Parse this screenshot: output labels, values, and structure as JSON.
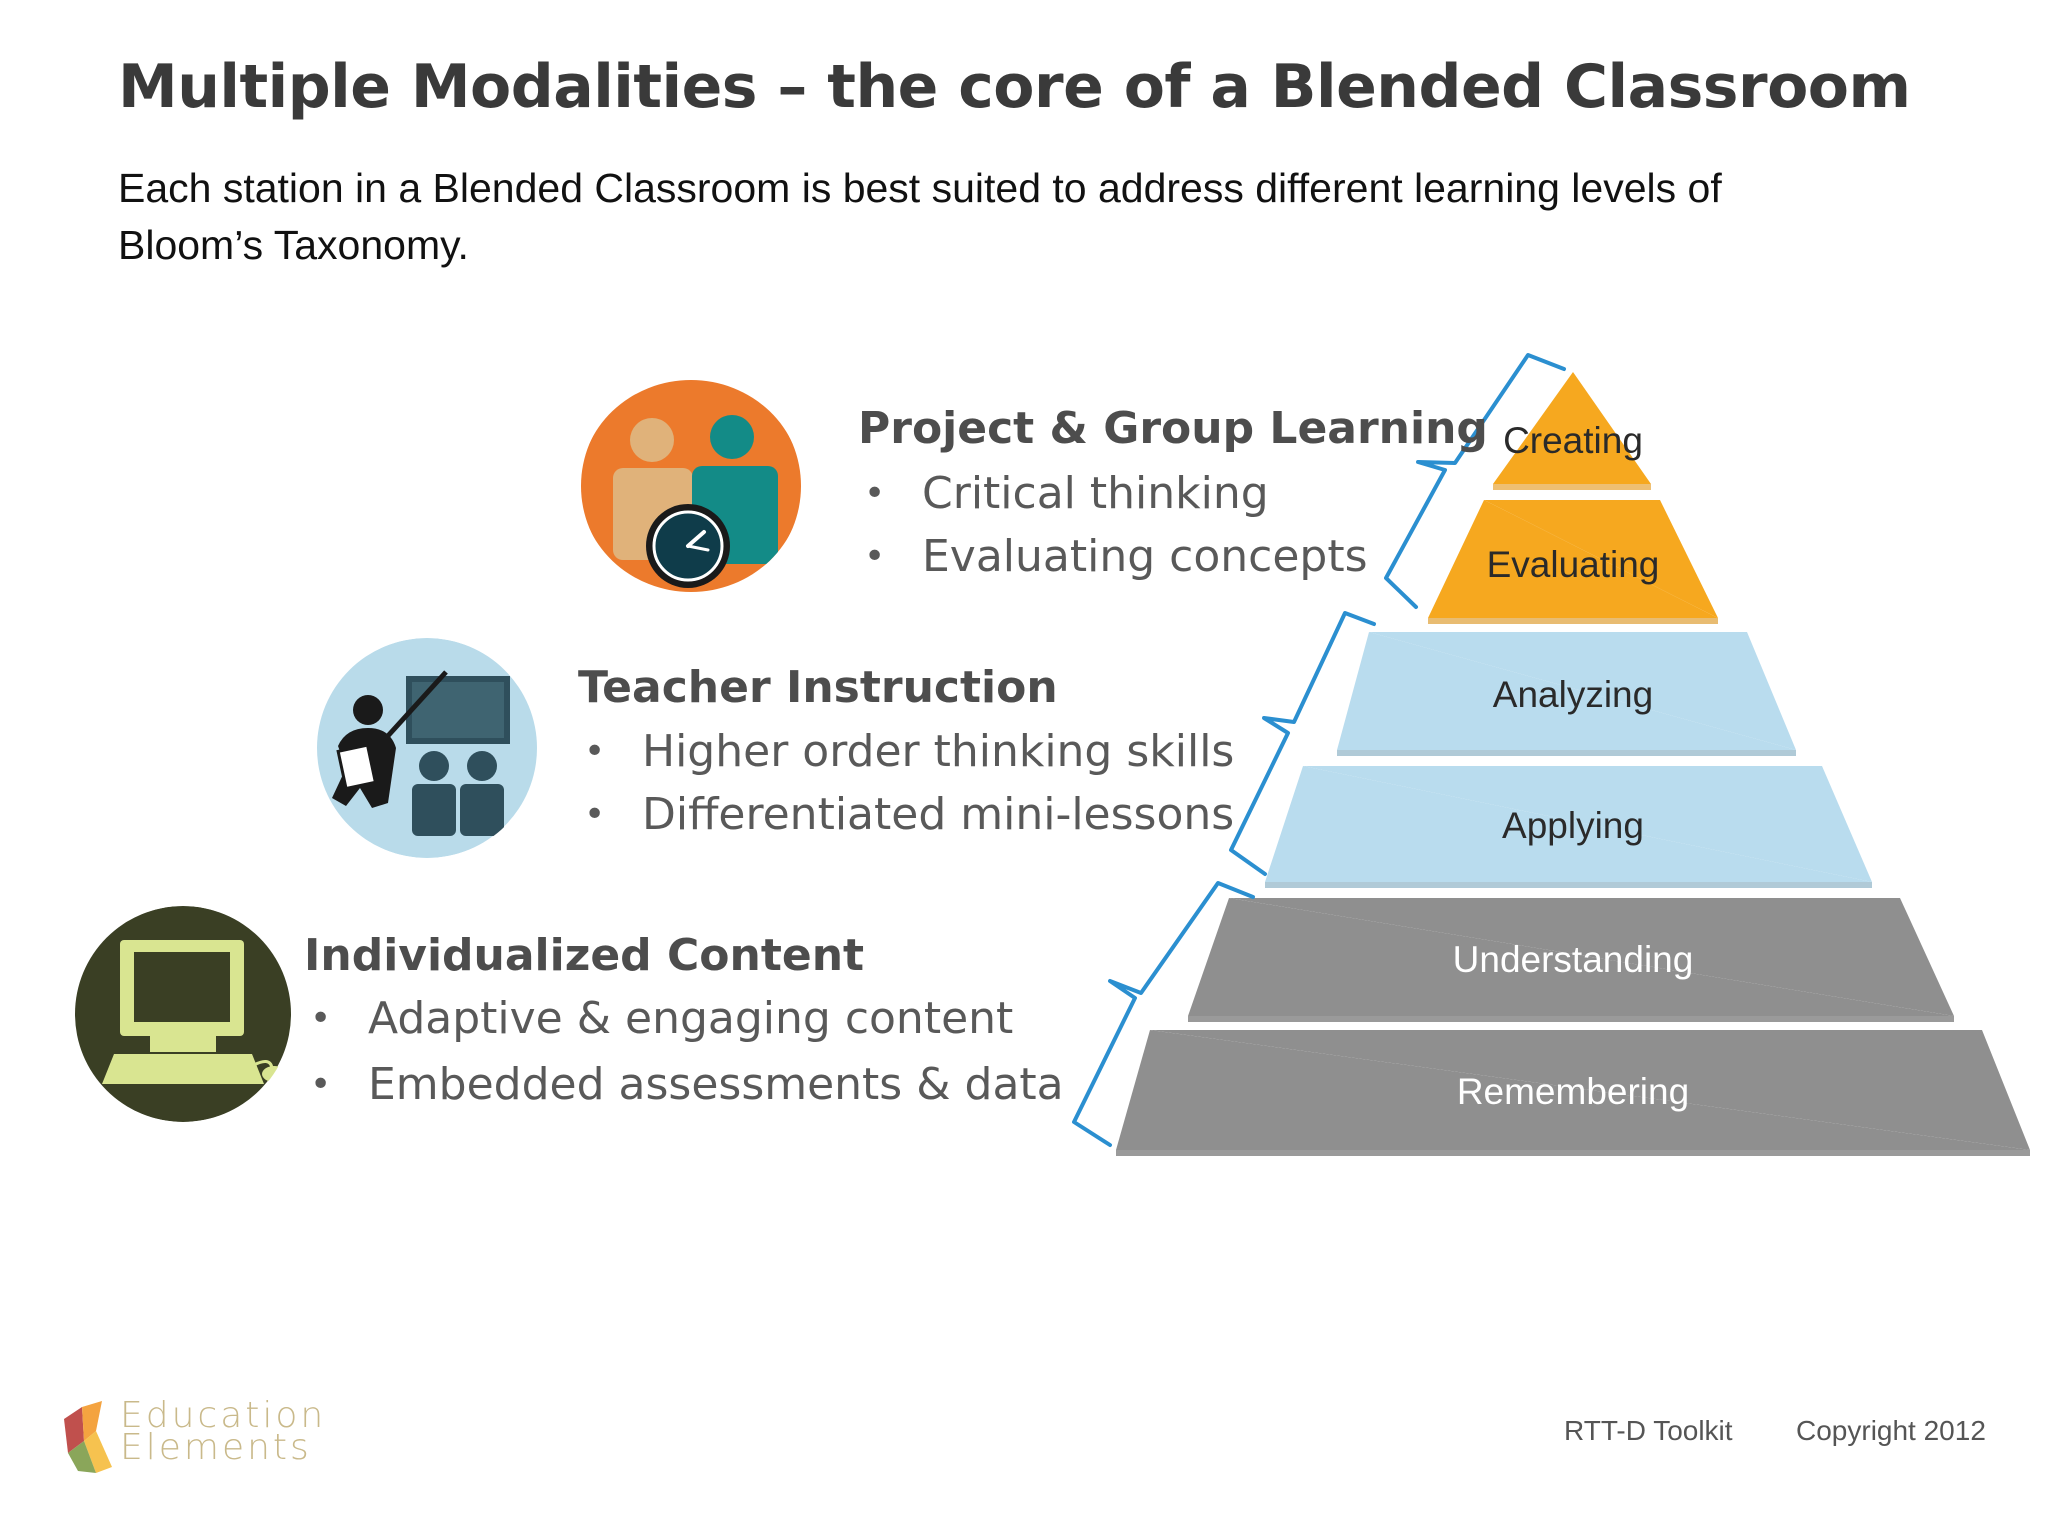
{
  "slide": {
    "title": "Multiple Modalities – the core of a Blended Classroom",
    "subtitle": "Each station in a Blended Classroom is best suited to address different learning levels of Bloom’s Taxonomy."
  },
  "stations": [
    {
      "title": "Project & Group Learning",
      "bullets": [
        "Critical thinking",
        "Evaluating concepts"
      ],
      "icon": "group-clock-icon",
      "icon_color": "#ec7a2c"
    },
    {
      "title": "Teacher Instruction",
      "bullets": [
        "Higher order thinking skills",
        "Differentiated mini-lessons"
      ],
      "icon": "teacher-presentation-icon",
      "icon_color": "#b9dbea"
    },
    {
      "title": "Individualized Content",
      "bullets": [
        "Adaptive & engaging content",
        "Embedded assessments & data"
      ],
      "icon": "computer-icon",
      "icon_color": "#3a3f24"
    }
  ],
  "pyramid": {
    "levels": [
      "Creating",
      "Evaluating",
      "Analyzing",
      "Applying",
      "Understanding",
      "Remembering"
    ],
    "colors": {
      "orange": "#f6a81f",
      "light_blue": "#b9dcee",
      "gray": "#8f8f8f",
      "bracket": "#2b8fd0"
    }
  },
  "footer": {
    "logo_line1": "Education",
    "logo_line2": "Elements",
    "toolkit": "RTT-D Toolkit",
    "copyright": "Copyright 2012"
  }
}
